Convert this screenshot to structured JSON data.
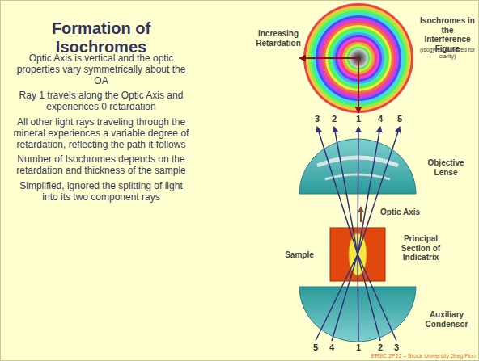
{
  "diagram": {
    "title": "Formation of Isochromes",
    "labels": [
      "Optic Axis is vertical and the optic properties vary symmetrically about the OA",
      "Ray 1 travels along the Optic Axis and experiences 0 retardation",
      "All other light rays traveling through the mineral experiences a variable degree of retardation, reflecting the path it follows",
      "Number of Isochromes depends on the retardation and thickness of the sample",
      "Simplified, ignored the splitting of light into its two component rays",
      "Increasing Retardation",
      "Isochromes in the Interference Figure",
      "(Isogyres removed for clarity)",
      "3",
      "2",
      "1",
      "4",
      "5",
      "Objective Lense",
      "Optic Axis",
      "Sample",
      "Principal Section of Indicatrix",
      "Auxiliary Condensor",
      "5",
      "4",
      "1",
      "2",
      "3",
      "ERSC 2P22 – Brock University Greg Finn"
    ]
  }
}
